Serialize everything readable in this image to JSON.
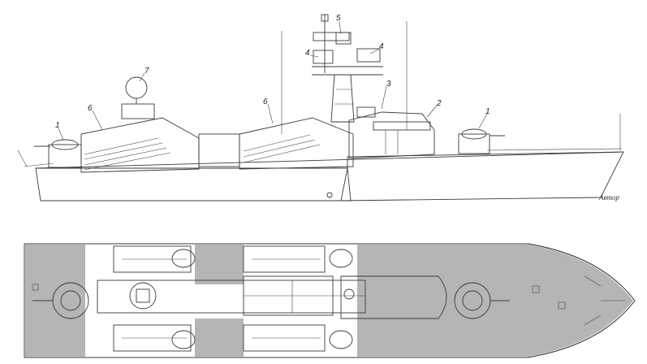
{
  "callouts": {
    "gun_aft": "1",
    "gun_fwd": "1",
    "bridge": "2",
    "director": "3",
    "antenna_left": "4",
    "antenna_right": "4",
    "mast_radar": "5",
    "launcher_aft": "6",
    "launcher_fwd": "6",
    "radar_dome": "7"
  },
  "signature": "Автор",
  "colors": {
    "hull_dark": "#a9a9a9",
    "hull_light": "#c9c9c9",
    "superstructure": "#c4c4c4",
    "deck_grey": "#b5b5b5",
    "deck_white": "#ffffff",
    "outline": "#3a3a3a"
  }
}
